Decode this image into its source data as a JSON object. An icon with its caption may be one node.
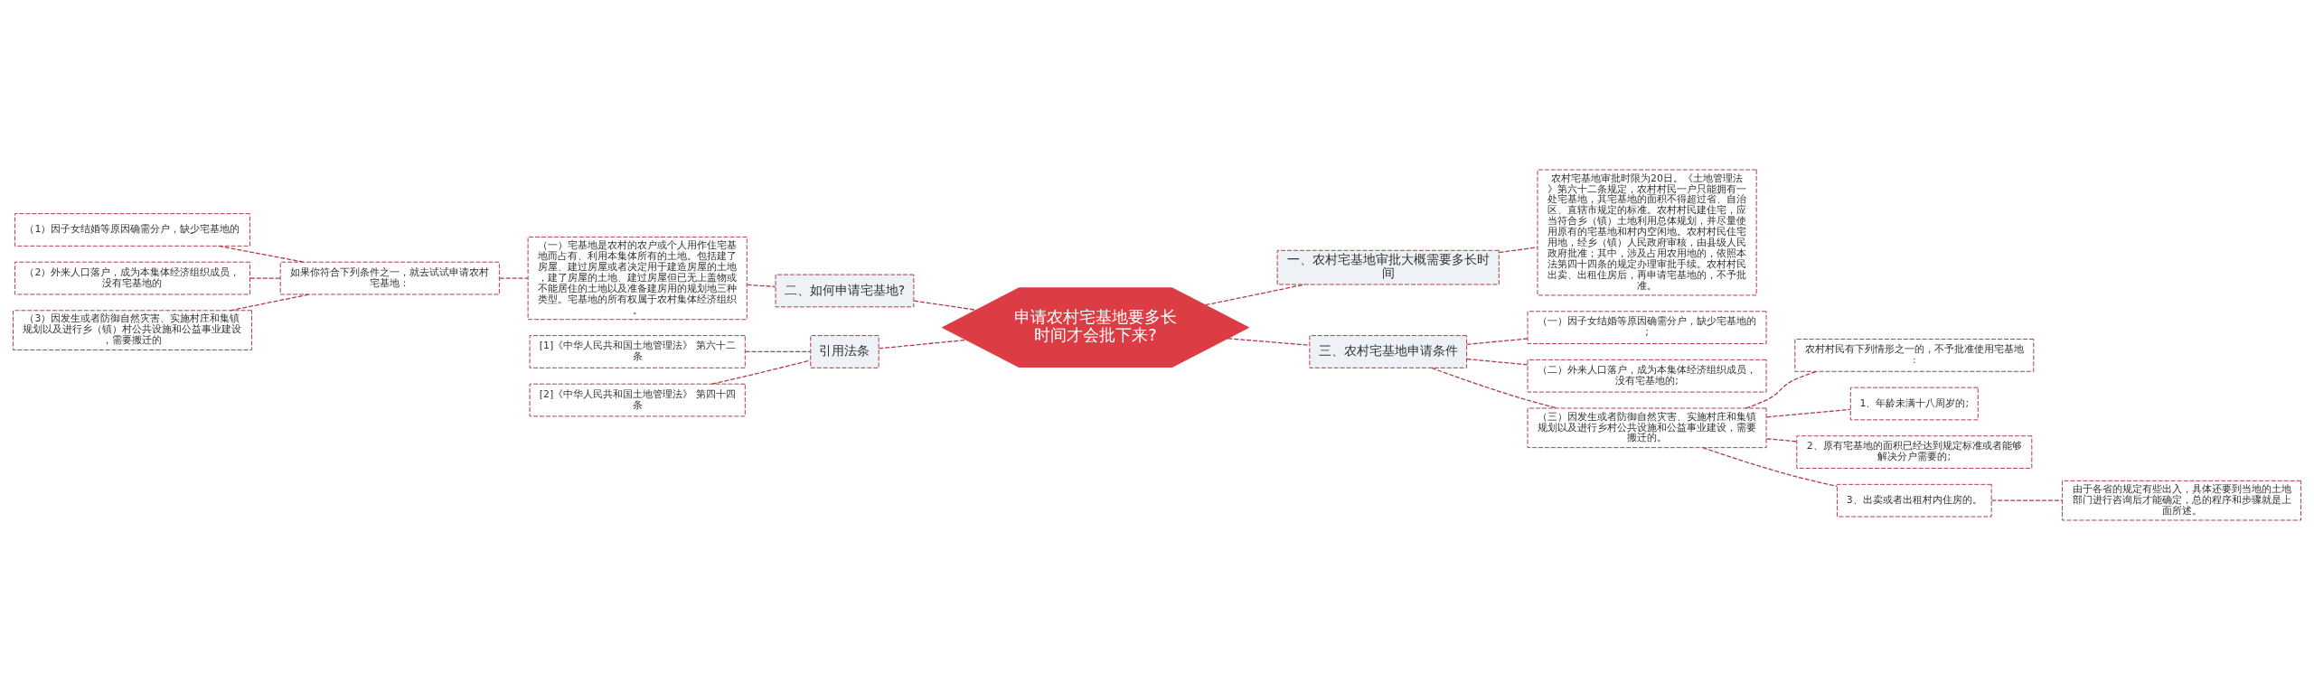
{
  "diagram": {
    "nodes": [
      {
        "text": [
          "申请农村宅基地要多长时间才会批下来?"
        ]
      },
      {
        "text": [
          "二、如何申请宅基地?"
        ]
      },
      {
        "text": [
          "（一）宅基地是农村的农户或个人用作住宅基地而占有、利用本集体所有的土地。包括建了房屋、建过房屋或者决定用于建造房屋的土地，建了房屋的土地、建过房屋但已无上盖物或不能居住的土地以及准备建房用的规划地三种类型。宅基地的所有权属于农村集体经济组织。"
        ]
      },
      {
        "text": [
          "如果你符合下列条件之一，就去试试申请农村宅基地："
        ]
      },
      {
        "text": [
          "（1）因子女结婚等原因确需分户，缺少宅基地的"
        ]
      },
      {
        "text": [
          "（2）外来人口落户，成为本集体经济组织成员，没有宅基地的"
        ]
      },
      {
        "text": [
          "（3）因发生或者防御自然灾害、实施村庄和集镇规划以及进行乡（镇）村公共设施和公益事业建设，需要搬迁的"
        ]
      },
      {
        "text": [
          "引用法条"
        ]
      },
      {
        "text": [
          "[1]《中华人民共和国土地管理法》 第六十二条"
        ]
      },
      {
        "text": [
          "[2]《中华人民共和国土地管理法》 第四十四条"
        ]
      },
      {
        "text": [
          "一、农村宅基地审批大概需要多长时间"
        ]
      },
      {
        "text": [
          "农村宅基地审批时限为20日。《土地管理法》第六十二条规定，农村村民一户只能拥有一处宅基地，其宅基地的面积不得超过省、自治区、直辖市规定的标准。农村村民建住宅，应当符合乡（镇）土地利用总体规划，并尽量使用原有的宅基地和村内空闲地。农村村民住宅用地，经乡（镇）人民政府审核，由县级人民政府批准；其中，涉及占用农用地的，依照本法第四十四条的规定办理审批手续。农村村民出卖、出租住房后，再申请宅基地的，不予批准。"
        ]
      },
      {
        "text": [
          "三、农村宅基地申请条件"
        ]
      },
      {
        "text": [
          "（一）因子女结婚等原因确需分户，缺少宅基地的;"
        ]
      },
      {
        "text": [
          "（二）外来人口落户，成为本集体经济组织成员，没有宅基地的;"
        ]
      },
      {
        "text": [
          "（三）因发生或者防御自然灾害、实施村庄和集镇规划以及进行乡村公共设施和公益事业建设，需要搬迁的。"
        ]
      },
      {
        "text": [
          "农村村民有下列情形之一的，不予批准使用宅基地:"
        ]
      },
      {
        "text": [
          "1、年龄未满十八周岁的;"
        ]
      },
      {
        "text": [
          "2、原有宅基地的面积已经达到规定标准或者能够解决分户需要的;"
        ]
      },
      {
        "text": [
          "3、出卖或者出租村内住房的。"
        ]
      },
      {
        "text": [
          "由于各省的规定有些出入，具体还要到当地的土地部门进行咨询后才能确定，总的程序和步骤就是上面所述。"
        ]
      }
    ],
    "edges": [
      {
        "from": 1,
        "to": 0,
        "arrow": "none"
      },
      {
        "from": 2,
        "to": 1,
        "arrow": "none"
      },
      {
        "from": 3,
        "to": 2,
        "arrow": "none"
      },
      {
        "from": 4,
        "to": 3,
        "arrow": "none"
      },
      {
        "from": 5,
        "to": 3,
        "arrow": "none"
      },
      {
        "from": 6,
        "to": 3,
        "arrow": "none"
      },
      {
        "from": 7,
        "to": 0,
        "arrow": "none"
      },
      {
        "from": 8,
        "to": 7,
        "arrow": "none"
      },
      {
        "from": 9,
        "to": 7,
        "arrow": "none"
      },
      {
        "from": 0,
        "to": 10,
        "arrow": "none"
      },
      {
        "from": 10,
        "to": 11,
        "arrow": "none"
      },
      {
        "from": 0,
        "to": 12,
        "arrow": "none"
      },
      {
        "from": 12,
        "to": 13,
        "arrow": "none"
      },
      {
        "from": 12,
        "to": 14,
        "arrow": "none"
      },
      {
        "from": 12,
        "to": 15,
        "arrow": "none"
      },
      {
        "from": 15,
        "to": 16,
        "arrow": "none"
      },
      {
        "from": 15,
        "to": 17,
        "arrow": "none"
      },
      {
        "from": 15,
        "to": 18,
        "arrow": "none"
      },
      {
        "from": 15,
        "to": 19,
        "arrow": "none"
      },
      {
        "from": 19,
        "to": 20,
        "arrow": "none"
      }
    ]
  }
}
